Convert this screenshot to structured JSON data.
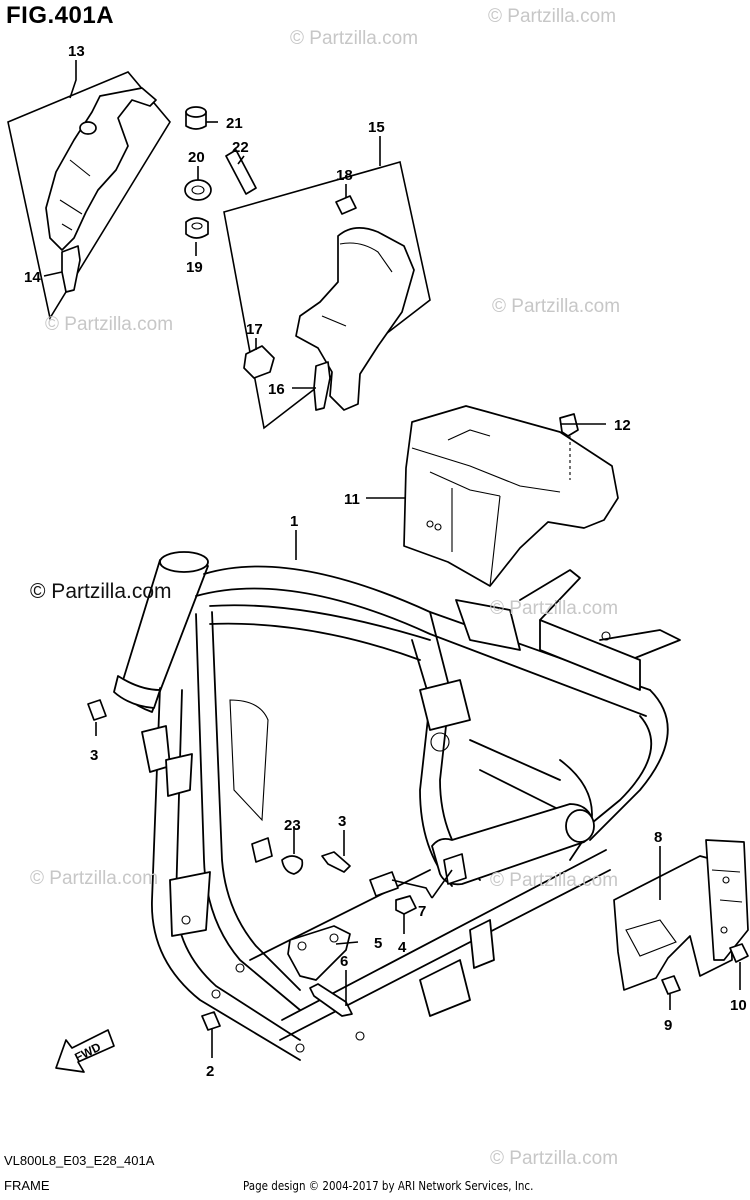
{
  "figure": {
    "title": "FIG.401A",
    "code": "VL800L8_E03_E28_401A",
    "name": "FRAME",
    "copyright": "Page design © 2004-2017 by ARI Network Services, Inc."
  },
  "watermarks": {
    "light": "© Partzilla.com",
    "dark": "© Partzilla.com"
  },
  "fwd_label": "FWD",
  "callouts": [
    {
      "id": "c1",
      "text": "1"
    },
    {
      "id": "c2",
      "text": "2"
    },
    {
      "id": "c3a",
      "text": "3"
    },
    {
      "id": "c3b",
      "text": "3"
    },
    {
      "id": "c4",
      "text": "4"
    },
    {
      "id": "c5",
      "text": "5"
    },
    {
      "id": "c6",
      "text": "6"
    },
    {
      "id": "c7",
      "text": "7"
    },
    {
      "id": "c8",
      "text": "8"
    },
    {
      "id": "c9",
      "text": "9"
    },
    {
      "id": "c10",
      "text": "10"
    },
    {
      "id": "c11",
      "text": "11"
    },
    {
      "id": "c12",
      "text": "12"
    },
    {
      "id": "c13",
      "text": "13"
    },
    {
      "id": "c14",
      "text": "14"
    },
    {
      "id": "c15",
      "text": "15"
    },
    {
      "id": "c16",
      "text": "16"
    },
    {
      "id": "c17",
      "text": "17"
    },
    {
      "id": "c18",
      "text": "18"
    },
    {
      "id": "c19",
      "text": "19"
    },
    {
      "id": "c20",
      "text": "20"
    },
    {
      "id": "c21",
      "text": "21"
    },
    {
      "id": "c22",
      "text": "22"
    },
    {
      "id": "c23",
      "text": "23"
    }
  ]
}
